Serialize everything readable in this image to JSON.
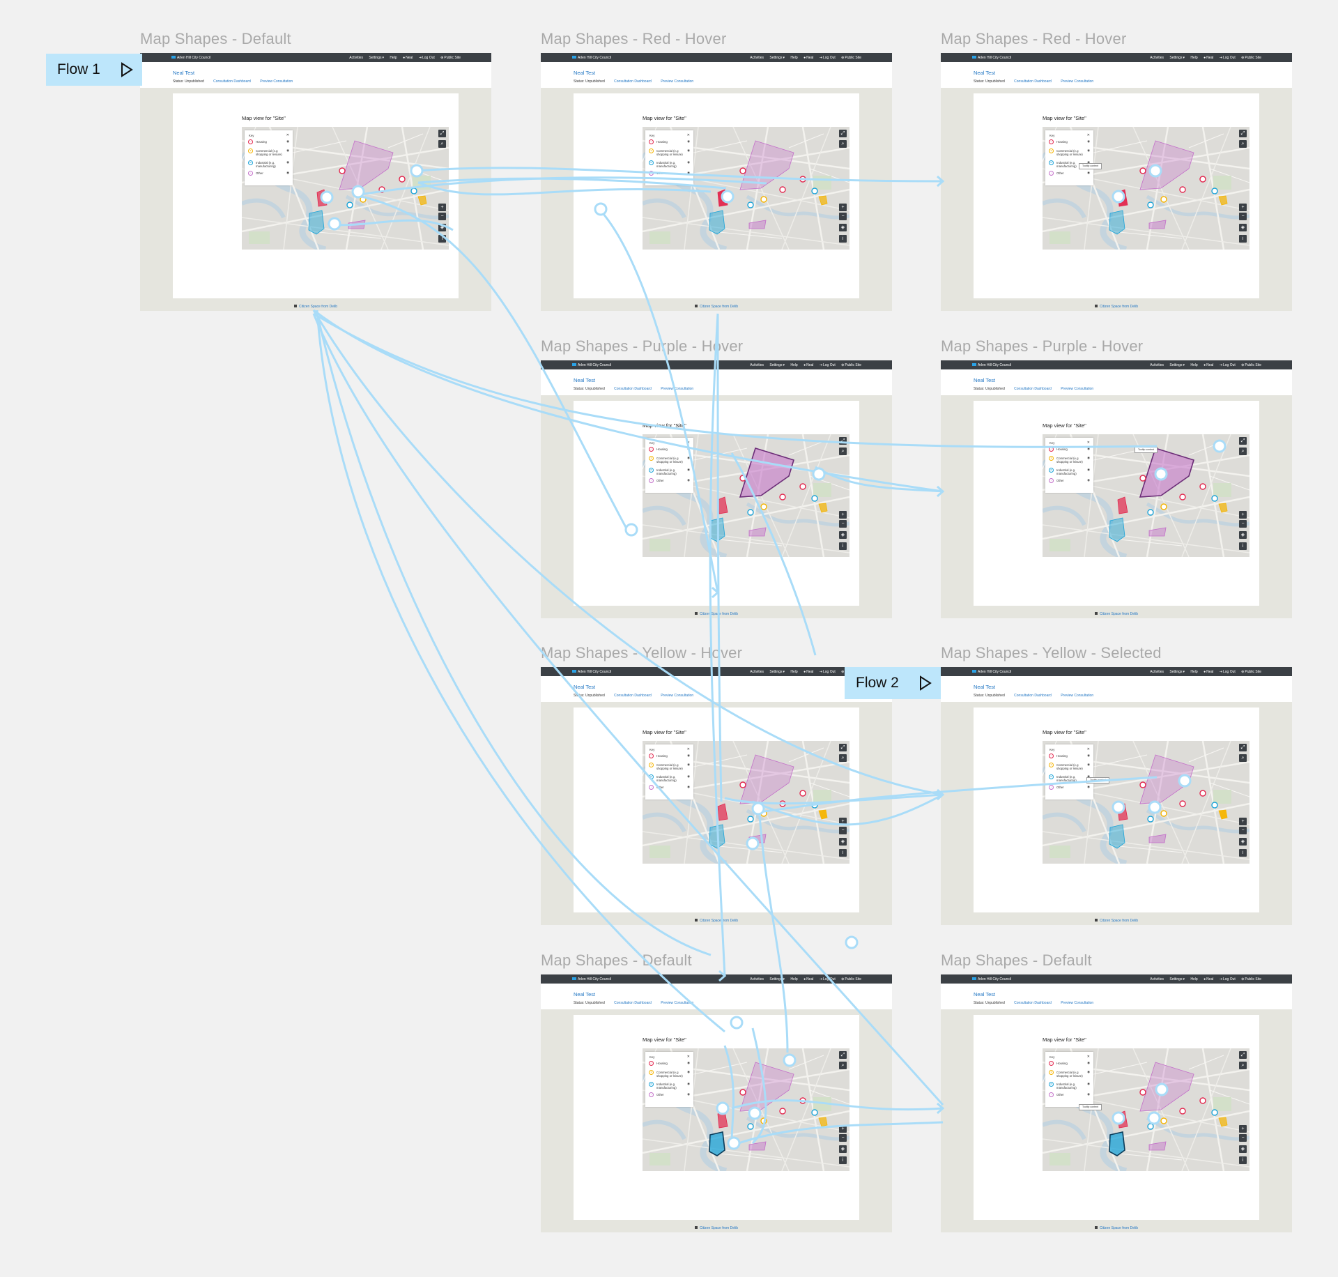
{
  "frames": [
    {
      "title": "Map Shapes - Default",
      "variant": "default",
      "tooltip": ""
    },
    {
      "title": "Map Shapes - Red - Hover",
      "variant": "red",
      "tooltip": ""
    },
    {
      "title": "Map Shapes - Red - Hover",
      "variant": "red",
      "tooltip": "Tooltip content"
    },
    {
      "title": "Map Shapes - Purple - Hover",
      "variant": "purple",
      "tooltip": ""
    },
    {
      "title": "Map Shapes - Purple - Hover",
      "variant": "purple",
      "tooltip": "Tooltip content"
    },
    {
      "title": "Map Shapes - Yellow - Hover",
      "variant": "yellow",
      "tooltip": ""
    },
    {
      "title": "Map Shapes - Yellow - Selected",
      "variant": "yellow",
      "tooltip": "Tooltip content"
    },
    {
      "title": "Map Shapes - Default",
      "variant": "blue",
      "tooltip": ""
    },
    {
      "title": "Map Shapes - Default",
      "variant": "blue",
      "tooltip": "Tooltip content"
    }
  ],
  "app": {
    "org_name": "Arlen Hill City Council",
    "nav": {
      "activities": "Activities",
      "settings": "Settings",
      "help": "Help",
      "user": "Neal",
      "logout": "Log Out",
      "public_site": "Public Site"
    },
    "page_heading": "Neal Test",
    "status": "Status: Unpublished",
    "links": {
      "dashboard": "Consultation Dashboard",
      "preview": "Preview Consultation"
    },
    "map_title": "Map view for \"Site\"",
    "footer": "Citizen Space from Delib"
  },
  "key": {
    "heading": "Key",
    "items": [
      {
        "label": "Housing",
        "color": "#e2264d",
        "glyph": "⌂"
      },
      {
        "label": "Commercial (e.g shopping or leisure)",
        "color": "#f5b400",
        "glyph": "$"
      },
      {
        "label": "Industrial (e.g. manufacturing)",
        "color": "#1aa3d8",
        "glyph": "⚙"
      },
      {
        "label": "Other",
        "color": "#c36fc9",
        "glyph": "•"
      }
    ]
  },
  "map_controls": {
    "fullscreen": "⤢",
    "search": "⌕",
    "zoom_in": "+",
    "zoom_out": "−",
    "locate": "◈",
    "info": "i"
  },
  "flows": [
    {
      "label": "Flow 1"
    },
    {
      "label": "Flow 2"
    }
  ],
  "colors": {
    "canvas": "#f1f1f1",
    "connector": "#a9dcf8",
    "flow_badge": "#bde6fb",
    "topbar": "#3b4045",
    "link": "#2377c4",
    "housing_red": "#e2264d",
    "commercial_yellow": "#f5b400",
    "industrial_blue": "#1aa3d8",
    "other_purple": "#c36fc9"
  }
}
